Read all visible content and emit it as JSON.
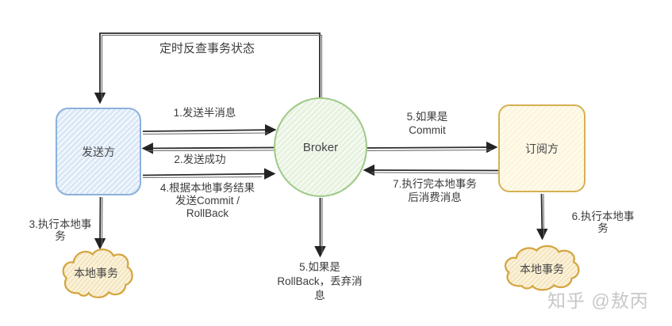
{
  "nodes": {
    "sender": {
      "label": "发送方"
    },
    "broker": {
      "label": "Broker"
    },
    "subscriber": {
      "label": "订阅方"
    },
    "local_tx_left": {
      "label": "本地事务"
    },
    "local_tx_right": {
      "label": "本地事务"
    }
  },
  "edges": {
    "check_back": {
      "label": "定时反查事务状态"
    },
    "step1": {
      "label": "1.发送半消息"
    },
    "step2": {
      "label": "2.发送成功"
    },
    "step3": {
      "label": "3.执行本地事\n务"
    },
    "step4": {
      "label": "4.根据本地事务结果\n发送Commit /\nRollBack"
    },
    "step5_commit": {
      "label": "5.如果是\nCommit"
    },
    "step5_rollback": {
      "label": "5.如果是\nRollBack，丢弃消\n息"
    },
    "step6": {
      "label": "6.执行本地事\n务"
    },
    "step7": {
      "label": "7.执行完本地事务\n后消费消息"
    }
  },
  "watermark": "知乎 @敖丙",
  "colors": {
    "sender_border": "#8cb1dd",
    "sender_fill": "#dbe8f6",
    "broker_border": "#9dc986",
    "broker_fill": "#e7f2e0",
    "subscriber_border": "#d6b052",
    "subscriber_fill": "#fdf6dd",
    "cloud_border": "#d4a43d",
    "cloud_fill": "#fbf2da",
    "arrow": "#2b2b2b",
    "text": "#3c3c3c",
    "watermark": "#c7c7c7"
  }
}
